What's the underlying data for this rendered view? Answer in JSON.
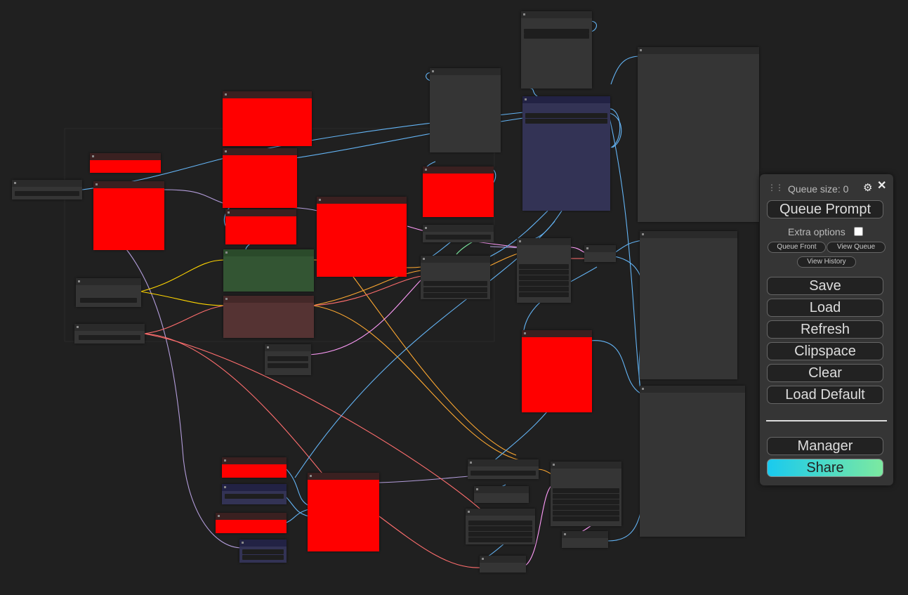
{
  "menu": {
    "queue_size": "Queue size: 0",
    "queue_prompt": "Queue Prompt",
    "extra_options": "Extra options",
    "queue_front": "Queue Front",
    "view_queue": "View Queue",
    "view_history": "View History",
    "save": "Save",
    "load": "Load",
    "refresh": "Refresh",
    "clipspace": "Clipspace",
    "clear": "Clear",
    "load_default": "Load Default",
    "manager": "Manager",
    "share": "Share"
  },
  "icons": {
    "drag": "drag-handle-icon",
    "settings": "gear-icon",
    "close": "close-icon"
  },
  "colors": {
    "canvas": "#202020",
    "node": "#353535",
    "node_red": "#ff0000",
    "node_green": "#335533",
    "node_brown": "#553333",
    "node_navy": "#333355",
    "link_clip": "#ffd500",
    "link_conditioning": "#ffa931",
    "link_model": "#b39ddb",
    "link_vae": "#ff6e6e",
    "link_latent": "#ff9cf9",
    "link_image": "#64b5f6",
    "link_int": "#7ce9a0"
  }
}
